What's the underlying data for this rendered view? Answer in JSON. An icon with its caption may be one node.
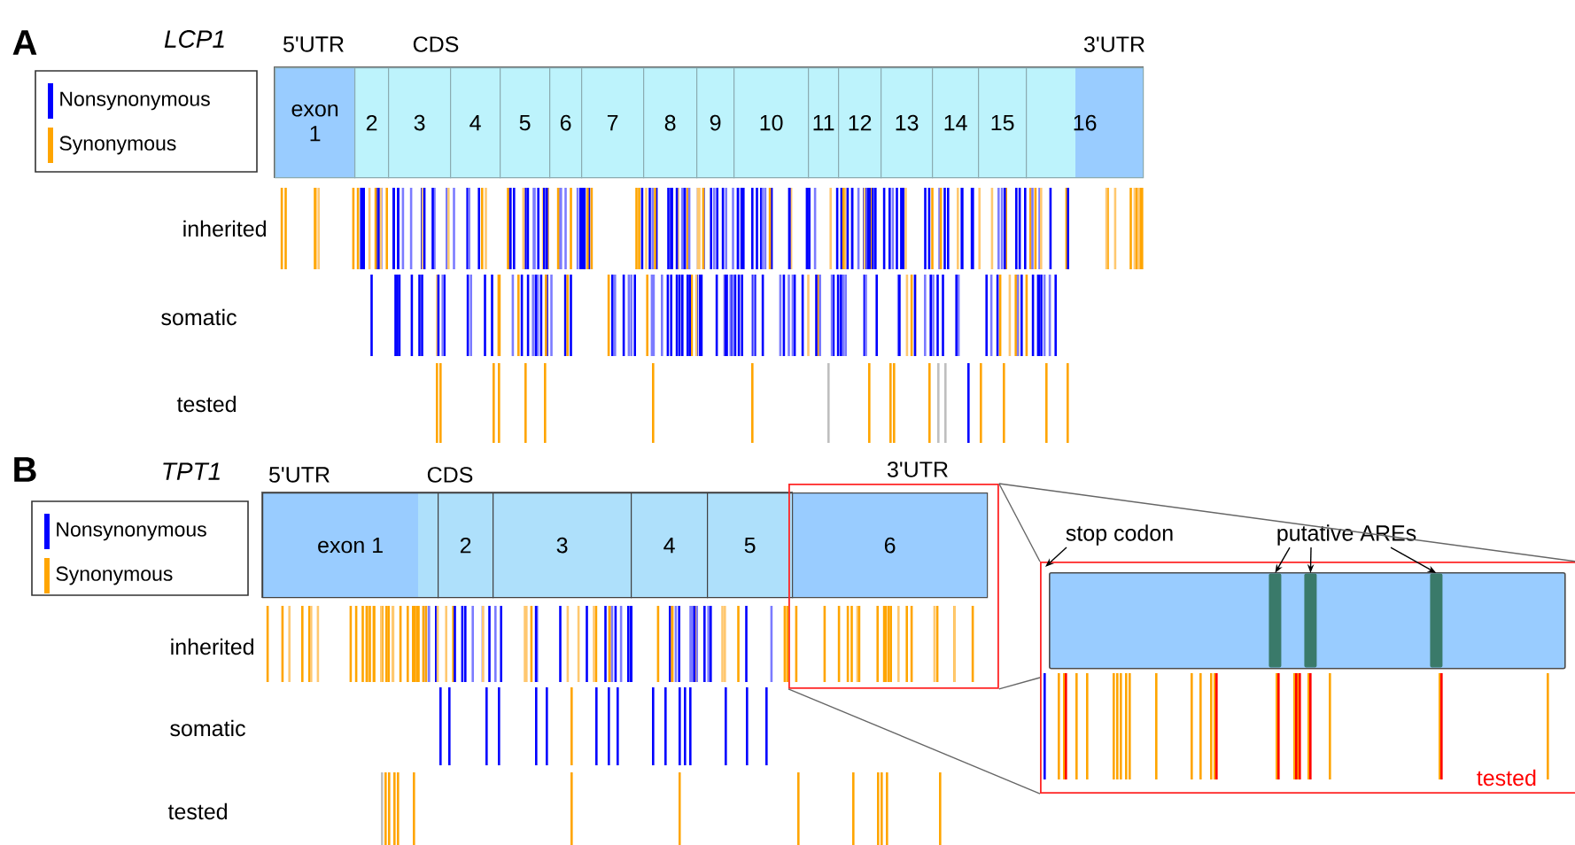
{
  "diagram": {
    "nodes": [
      {
        "text": [
          "exon 1"
        ]
      },
      {
        "text": [
          "2"
        ]
      },
      {
        "text": [
          "3"
        ]
      },
      {
        "text": [
          "4"
        ]
      },
      {
        "text": [
          "5"
        ]
      },
      {
        "text": [
          "6"
        ]
      },
      {
        "text": [
          "7"
        ]
      },
      {
        "text": [
          "8"
        ]
      },
      {
        "text": [
          "9"
        ]
      },
      {
        "text": [
          "10"
        ]
      },
      {
        "text": [
          "11"
        ]
      },
      {
        "text": [
          "12"
        ]
      },
      {
        "text": [
          "13"
        ]
      },
      {
        "text": [
          "14"
        ]
      },
      {
        "text": [
          "15"
        ]
      },
      {
        "text": [
          "16"
        ]
      },
      {
        "text": [
          "exon 1"
        ]
      },
      {
        "text": [
          "2"
        ]
      },
      {
        "text": [
          "3"
        ]
      },
      {
        "text": [
          "4"
        ]
      },
      {
        "text": [
          "5"
        ]
      },
      {
        "text": [],
        "shape": "box"
      },
      {
        "text": [
          "6"
        ],
        "in": 21
      },
      {
        "text": [
          "tested"
        ]
      },
      {
        "text": [],
        "shape": "bar",
        "in": 23
      },
      {
        "text": [],
        "shape": "bar",
        "in": 24
      },
      {
        "text": [],
        "shape": "bar",
        "in": 24
      },
      {
        "text": [],
        "shape": "bar",
        "in": 24
      },
      {
        "text": [
          "stop codon"
        ]
      },
      {
        "text": [
          "putative AREs"
        ]
      }
    ],
    "edges": [
      {
        "from": 21,
        "to": 23,
        "arrow": "none",
        "color": "#666666"
      },
      {
        "from": 21,
        "to": 23,
        "arrow": "none",
        "color": "#666666"
      },
      {
        "from": 21,
        "to": 23,
        "arrow": "none",
        "color": "#666666"
      },
      {
        "from": 21,
        "to": 23,
        "arrow": "none",
        "color": "#666666"
      },
      {
        "from": 28,
        "to": null,
        "arrow": "to",
        "color": "#000000"
      },
      {
        "from": 29,
        "to": 25,
        "arrow": "to",
        "color": "#000000"
      },
      {
        "from": 29,
        "to": 26,
        "arrow": "to",
        "color": "#000000"
      },
      {
        "from": 29,
        "to": 27,
        "arrow": "to",
        "color": "#000000"
      }
    ],
    "labels": [
      "A",
      "LCP1",
      "5'UTR",
      "CDS",
      "3'UTR",
      "inherited",
      "somatic",
      "tested",
      "B",
      "TPT1",
      "5'UTR",
      "CDS",
      "3'UTR",
      "inherited",
      "somatic",
      "tested"
    ],
    "legend": [
      {
        "text": "Nonsynonymous",
        "color": "#0000ff"
      },
      {
        "text": "Synonymous",
        "color": "#ffa500"
      },
      {
        "text": "Nonsynonymous",
        "color": "#0000ff"
      },
      {
        "text": "Synonymous",
        "color": "#ffa500"
      }
    ]
  }
}
